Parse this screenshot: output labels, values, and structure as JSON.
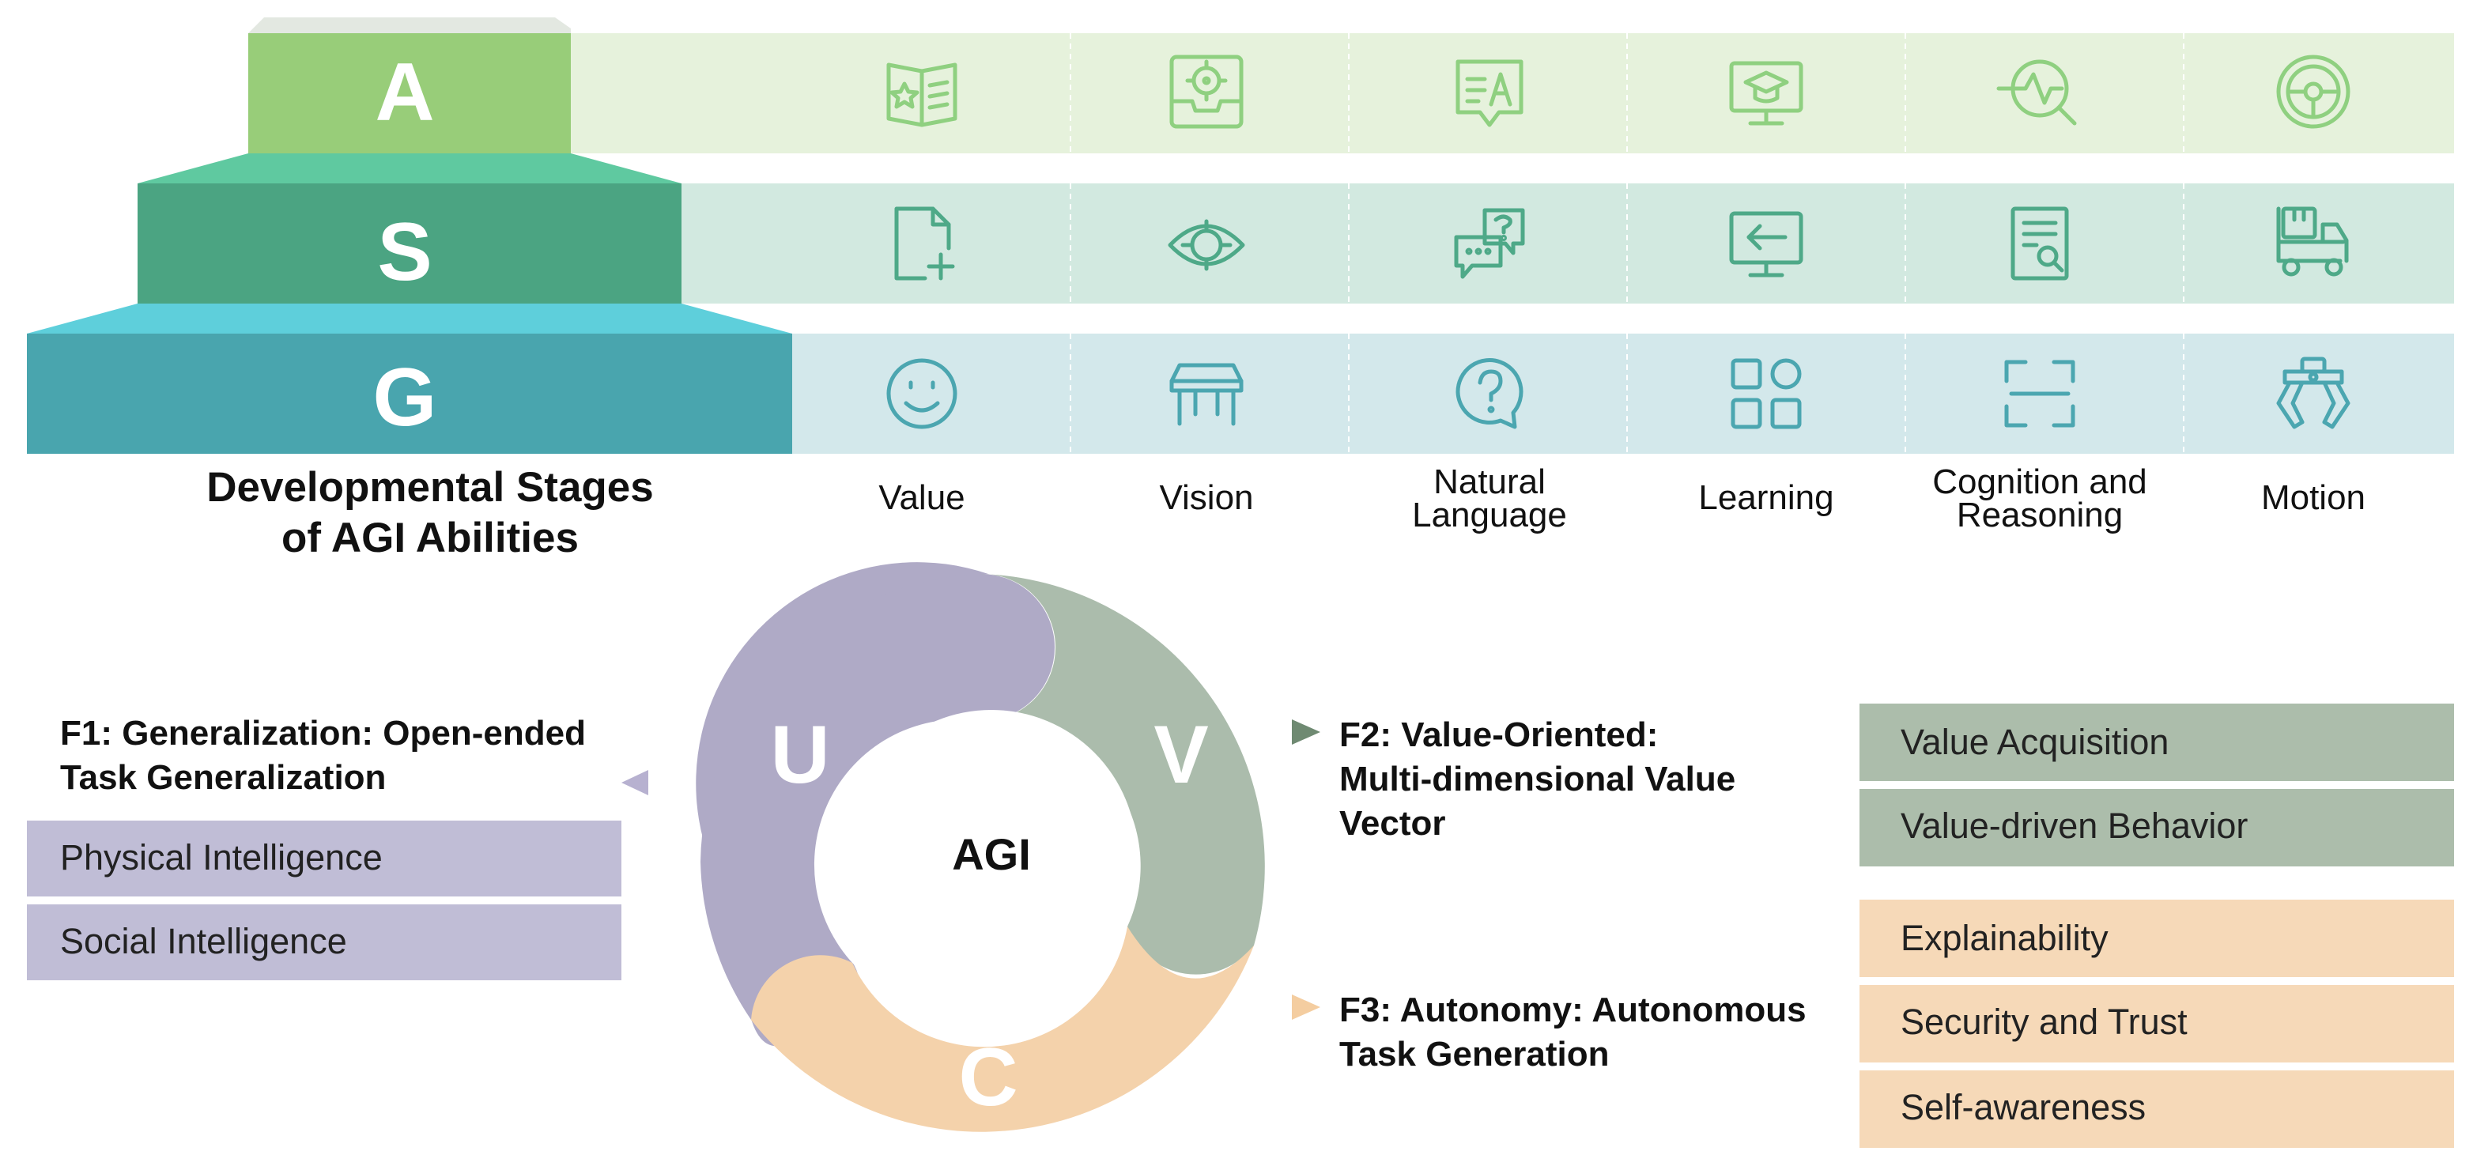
{
  "stages": [
    {
      "letter": "A",
      "color": "#98cd79",
      "cap_color": "#e3e8e1",
      "band_color": "#e6f2dc",
      "icon_color": "#8fd080"
    },
    {
      "letter": "S",
      "color": "#4ba482",
      "cap_color": "#5fc9a0",
      "band_color": "#d2e9e0",
      "icon_color": "#4ea988"
    },
    {
      "letter": "G",
      "color": "#49a5ae",
      "cap_color": "#5ecfdb",
      "band_color": "#d3e8eb",
      "icon_color": "#4ba6b0"
    }
  ],
  "title": [
    "Developmental Stages",
    "of AGI Abilities"
  ],
  "abilities": [
    {
      "label": [
        "Value"
      ],
      "icons": [
        "value-book-star-icon",
        "new-document-icon",
        "smiley-face-icon"
      ]
    },
    {
      "label": [
        "Vision"
      ],
      "icons": [
        "vision-inbox-target-icon",
        "eye-icon",
        "table-icon"
      ]
    },
    {
      "label": [
        "Natural",
        "Language"
      ],
      "icons": [
        "translation-bubble-icon",
        "question-chat-icon",
        "question-bubble-icon"
      ]
    },
    {
      "label": [
        "Learning"
      ],
      "icons": [
        "graduation-monitor-icon",
        "back-arrow-monitor-icon",
        "app-grid-icon"
      ]
    },
    {
      "label": [
        "Cognition and",
        "Reasoning"
      ],
      "icons": [
        "pulse-search-icon",
        "document-search-icon",
        "scan-frame-icon"
      ]
    },
    {
      "label": [
        "Motion"
      ],
      "icons": [
        "steering-wheel-icon",
        "delivery-truck-icon",
        "robot-claw-icon"
      ]
    }
  ],
  "ring": {
    "center": "AGI",
    "segments": [
      {
        "letter": "U",
        "color": "#afaac6"
      },
      {
        "letter": "V",
        "color": "#abbcac"
      },
      {
        "letter": "C",
        "color": "#f4d2ab"
      }
    ]
  },
  "features": [
    {
      "text": [
        "F1:  Generalization: Open-ended",
        "Task Generalization"
      ],
      "marker_color": "#b7b1d0"
    },
    {
      "text": [
        "F2: Value-Oriented:",
        "Multi-dimensional Value",
        "Vector"
      ],
      "marker_color": "#6f8a72"
    },
    {
      "text": [
        "F3: Autonomy: Autonomous",
        "Task Generation"
      ],
      "marker_color": "#f4cda0"
    }
  ],
  "tag_groups": [
    {
      "color": "#c0bdd6",
      "items": [
        "Physical Intelligence",
        "Social Intelligence"
      ]
    },
    {
      "color": "#acbdab",
      "items": [
        "Value Acquisition",
        "Value-driven Behavior"
      ]
    },
    {
      "color": "#f6d9b8",
      "items": [
        "Explainability",
        "Security and Trust",
        "Self-awareness"
      ]
    }
  ]
}
